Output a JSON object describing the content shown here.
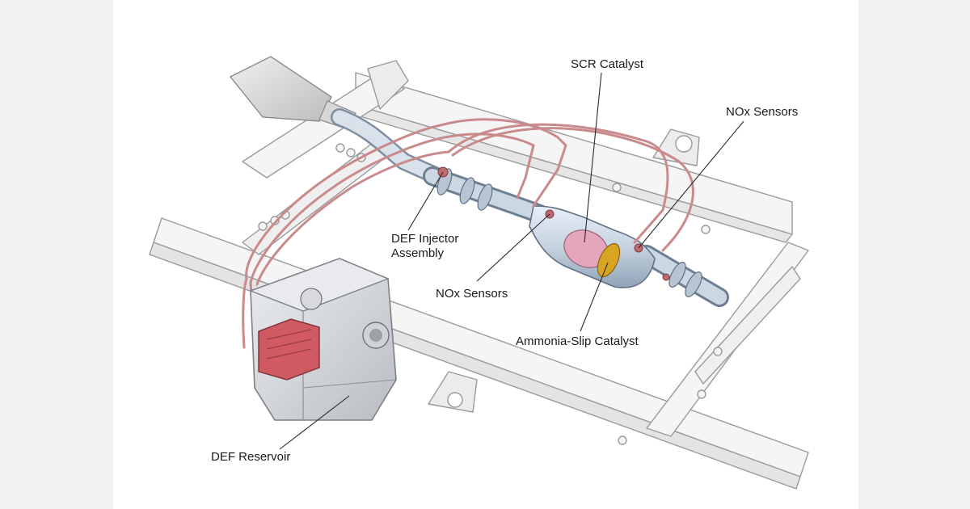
{
  "diagram": {
    "labels": {
      "scr_catalyst": "SCR Catalyst",
      "nox_sensors_upper": "NOx Sensors",
      "def_injector_line1": "DEF Injector",
      "def_injector_line2": "Assembly",
      "nox_sensors_lower": "NOx Sensors",
      "ammonia_slip": "Ammonia-Slip Catalyst",
      "def_reservoir": "DEF Reservoir"
    },
    "colors": {
      "frame_stroke": "#8f8f8f",
      "frame_fill": "#f4f4f4",
      "exhaust_pipe": "#c6d3e0",
      "exhaust_outline": "#6e7f92",
      "def_line": "#c98a8c",
      "catalyst_core": "#e2a3bc",
      "ammonia_slip": "#d8a320",
      "tank": "#d6d8dc",
      "pump": "#c94d55",
      "leader": "#2a2a2a"
    }
  }
}
